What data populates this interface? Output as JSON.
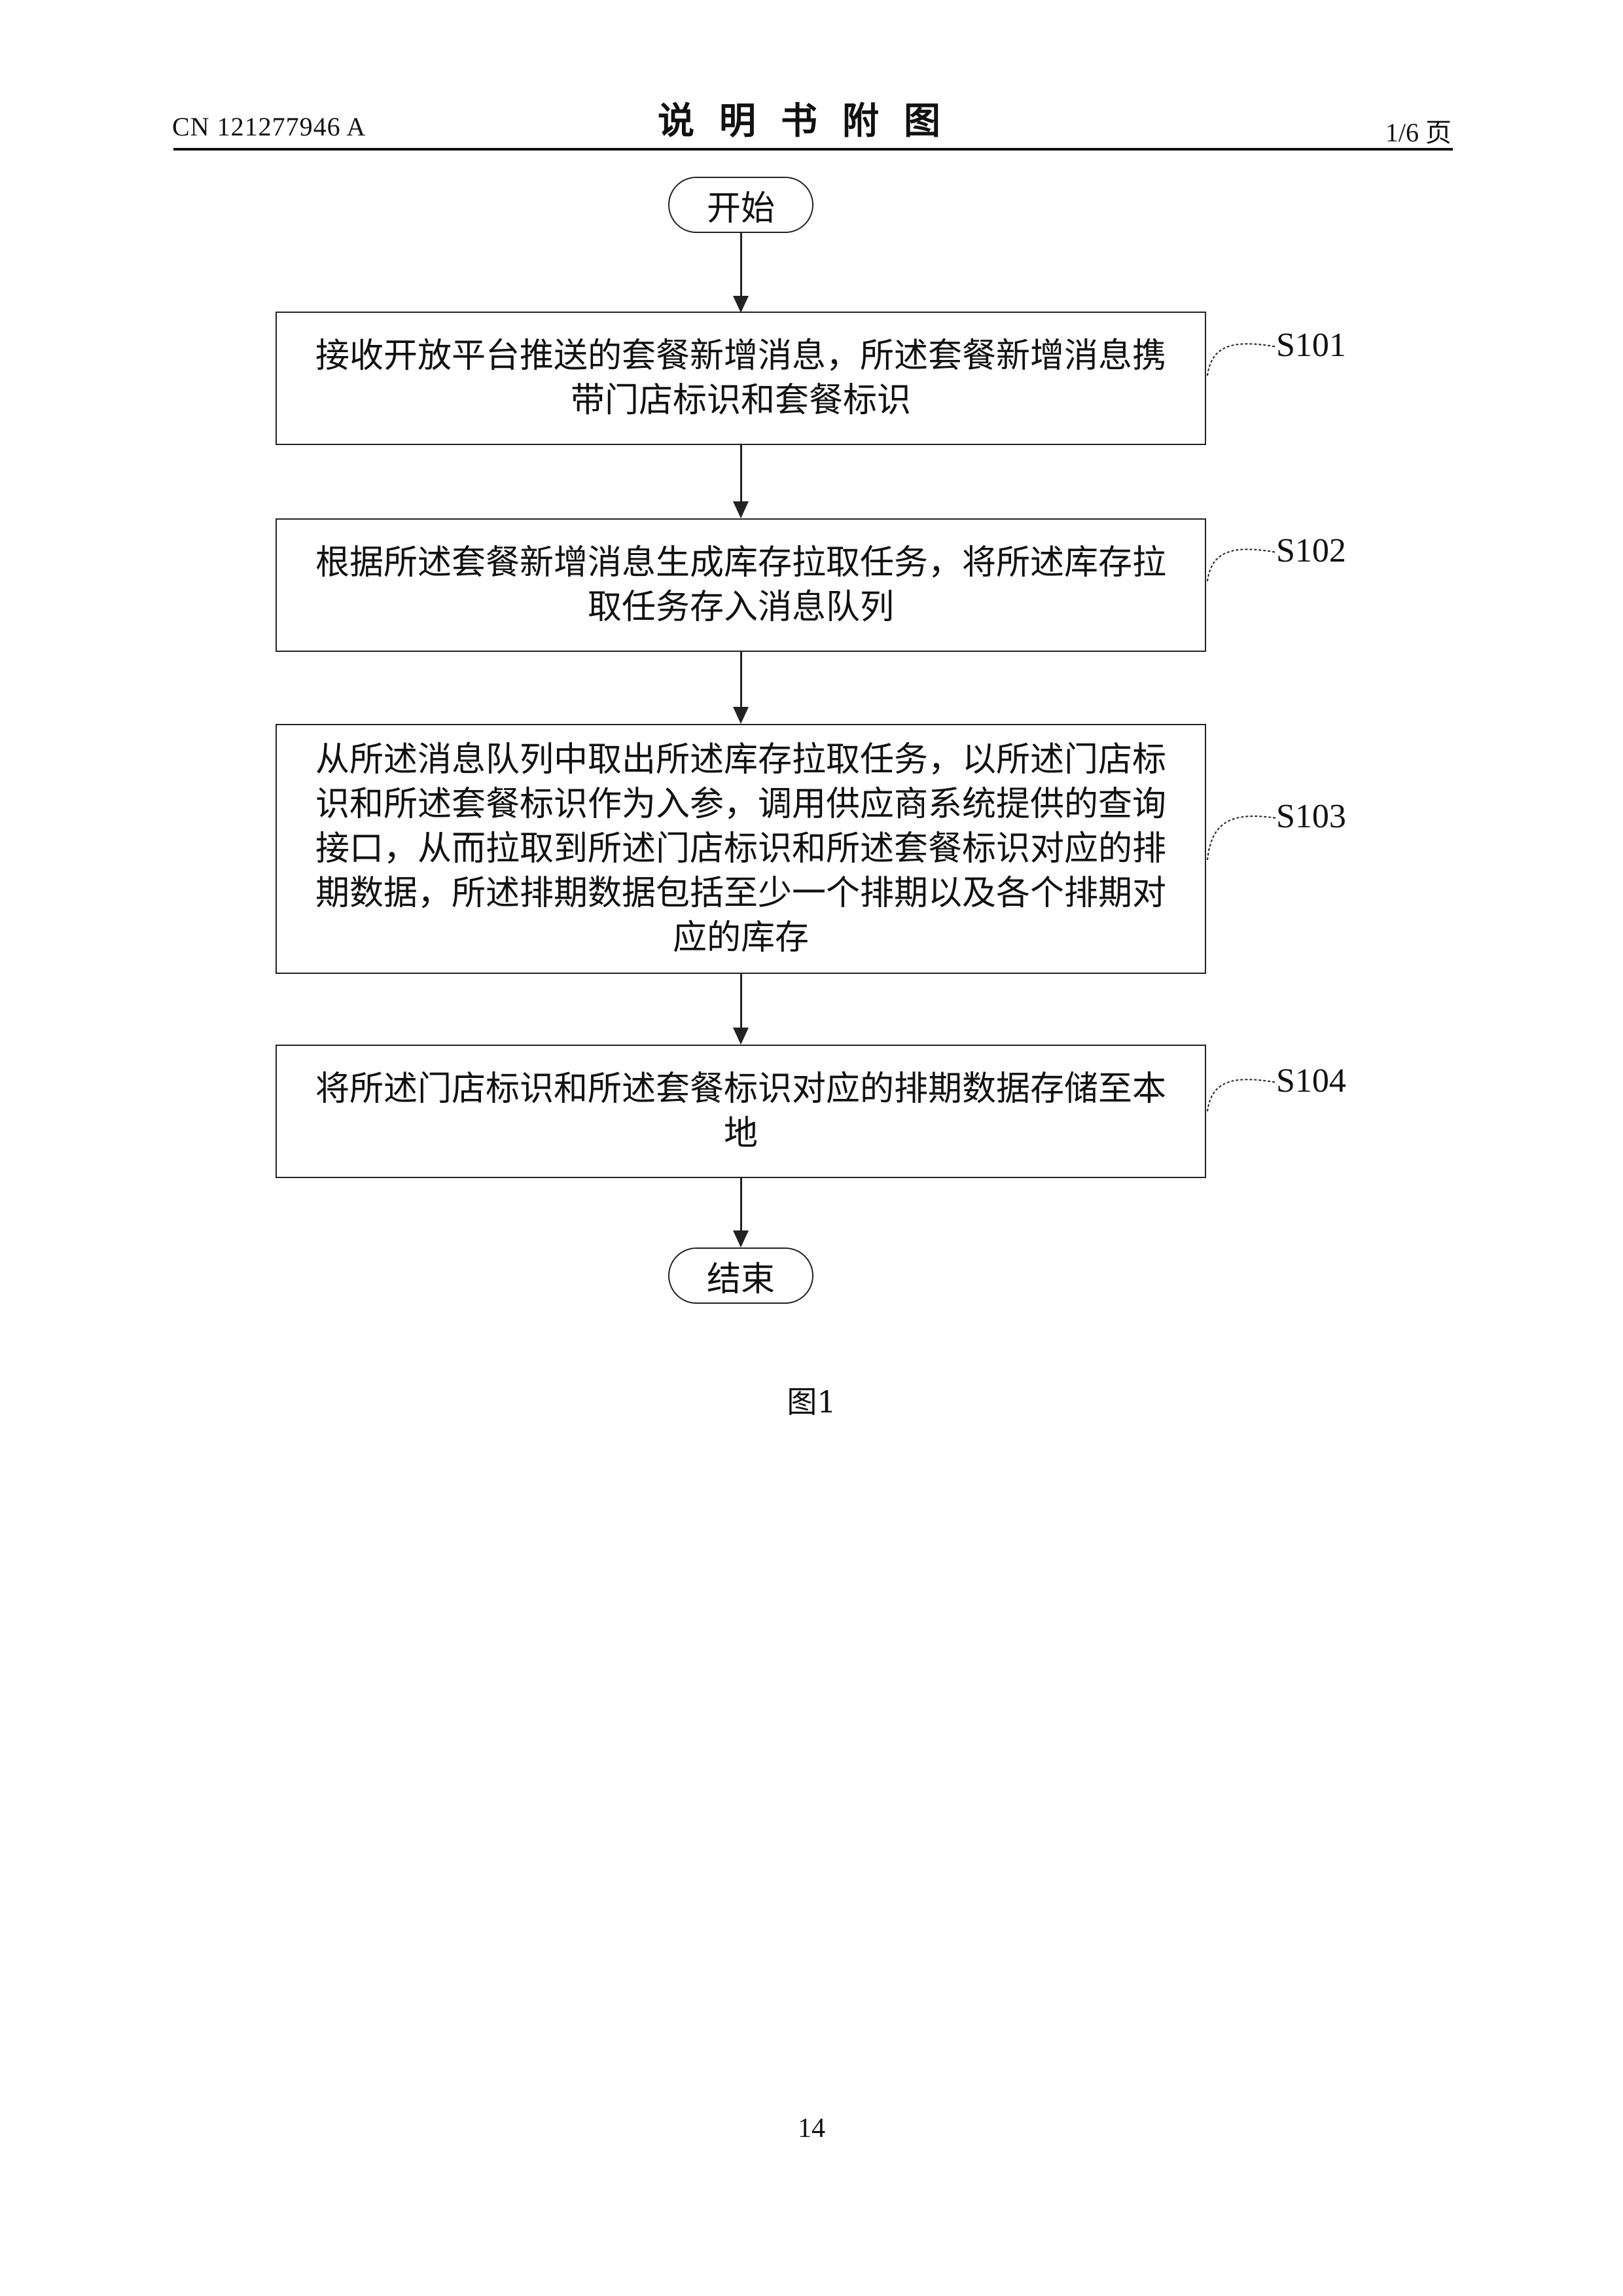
{
  "header": {
    "publication_number": "CN 121277946 A",
    "title": "说明书附图",
    "page_of": "1/6 页"
  },
  "flowchart": {
    "start": "开始",
    "end": "结束",
    "steps": [
      {
        "label": "S101",
        "text": "接收开放平台推送的套餐新增消息，所述套餐新增消息携带门店标识和套餐标识"
      },
      {
        "label": "S102",
        "text": "根据所述套餐新增消息生成库存拉取任务，将所述库存拉取任务存入消息队列"
      },
      {
        "label": "S103",
        "text": "从所述消息队列中取出所述库存拉取任务，以所述门店标识和所述套餐标识作为入参，调用供应商系统提供的查询接口，从而拉取到所述门店标识和所述套餐标识对应的排期数据，所述排期数据包括至少一个排期以及各个排期对应的库存"
      },
      {
        "label": "S104",
        "text": "将所述门店标识和所述套餐标识对应的排期数据存储至本地"
      }
    ],
    "caption": "图1"
  },
  "footer": {
    "page_number": "14"
  }
}
